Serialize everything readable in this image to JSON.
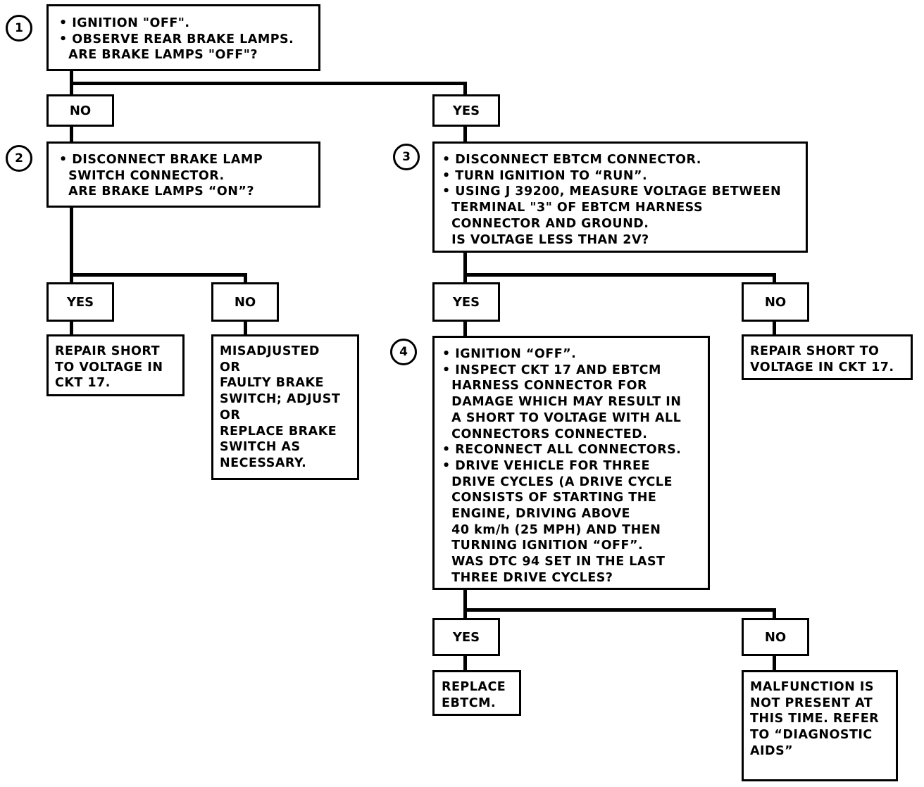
{
  "steps": [
    {
      "number": "1",
      "lines": [
        "• IGNITION \"OFF\".",
        "• OBSERVE REAR BRAKE LAMPS.",
        "  ARE BRAKE LAMPS \"OFF\"?"
      ]
    },
    {
      "number": "2",
      "lines": [
        "• DISCONNECT BRAKE LAMP",
        "  SWITCH CONNECTOR.",
        "  ARE BRAKE LAMPS “ON”?"
      ]
    },
    {
      "number": "3",
      "lines": [
        "• DISCONNECT EBTCM CONNECTOR.",
        "• TURN IGNITION TO “RUN”.",
        "• USING J 39200, MEASURE VOLTAGE BETWEEN",
        "  TERMINAL \"3\" OF EBTCM HARNESS",
        "  CONNECTOR AND GROUND.",
        "  IS VOLTAGE LESS THAN 2V?"
      ]
    },
    {
      "number": "4",
      "lines": [
        "• IGNITION “OFF”.",
        "• INSPECT CKT 17 AND EBTCM",
        "  HARNESS CONNECTOR FOR",
        "  DAMAGE WHICH MAY RESULT IN",
        "  A SHORT TO VOLTAGE WITH ALL",
        "  CONNECTORS CONNECTED.",
        "• RECONNECT ALL CONNECTORS.",
        "• DRIVE VEHICLE FOR THREE",
        "  DRIVE CYCLES (A DRIVE CYCLE",
        "  CONSISTS OF STARTING THE",
        "  ENGINE, DRIVING ABOVE",
        "  40 km/h (25 MPH) AND THEN",
        "  TURNING IGNITION “OFF”.",
        "  WAS DTC 94 SET IN THE LAST",
        "  THREE DRIVE CYCLES?"
      ]
    }
  ],
  "labels": {
    "s1_no": "NO",
    "s1_yes": "YES",
    "s2_yes": "YES",
    "s2_no": "NO",
    "s3_yes": "YES",
    "s3_no": "NO",
    "s4_yes": "YES",
    "s4_no": "NO"
  },
  "results": {
    "repair_short_ckt17": [
      "REPAIR SHORT",
      "TO VOLTAGE IN",
      "CKT 17."
    ],
    "misadjusted_switch": [
      "MISADJUSTED",
      "OR",
      "FAULTY BRAKE",
      "SWITCH; ADJUST",
      "OR",
      "REPLACE BRAKE",
      "SWITCH AS",
      "NECESSARY."
    ],
    "repair_short_ckt17_b": [
      "REPAIR SHORT TO",
      "VOLTAGE IN CKT 17."
    ],
    "replace_ebtcm": [
      "REPLACE",
      "EBTCM."
    ],
    "malfunction_not_present": [
      "MALFUNCTION IS",
      "NOT PRESENT AT",
      "THIS TIME. REFER",
      "TO “DIAGNOSTIC",
      "AIDS”"
    ]
  }
}
